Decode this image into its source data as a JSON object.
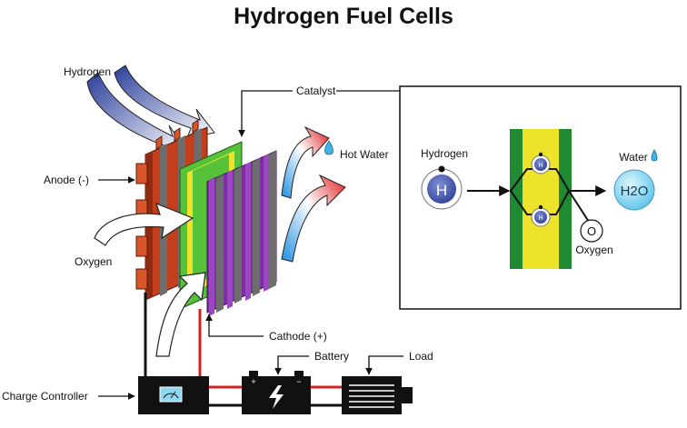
{
  "title": "Hydrogen Fuel Cells",
  "labels": {
    "hydrogen": "Hydrogen",
    "anode": "Anode (-)",
    "oxygen": "Oxygen",
    "catalyst": "Catalyst",
    "hot_water": "Hot Water",
    "cathode": "Cathode (+)",
    "battery": "Battery",
    "load": "Load",
    "charge_controller": "Charge Controller"
  },
  "inset": {
    "hydrogen_label": "Hydrogen",
    "water_label": "Water",
    "oxygen_label": "Oxygen",
    "h_atom": "H",
    "h_small_top": "H",
    "h_small_bottom": "H",
    "o_atom": "O",
    "water_formula": "H2O"
  },
  "colors": {
    "anode": "#d9552a",
    "cathode": "#7b2fa0",
    "catalyst_green": "#55c23a",
    "membrane_yellow": "#ece32a",
    "wire_red": "#d42020",
    "wire_black": "#111111",
    "atom_blue": "#4a5db0",
    "water_blue": "#7fd3ef"
  },
  "icons": [
    "gauge-icon",
    "lightning-icon",
    "water-drop-icon",
    "hydrogen-arrow-icon",
    "oxygen-arrow-icon",
    "hot-water-arrow-icon"
  ]
}
